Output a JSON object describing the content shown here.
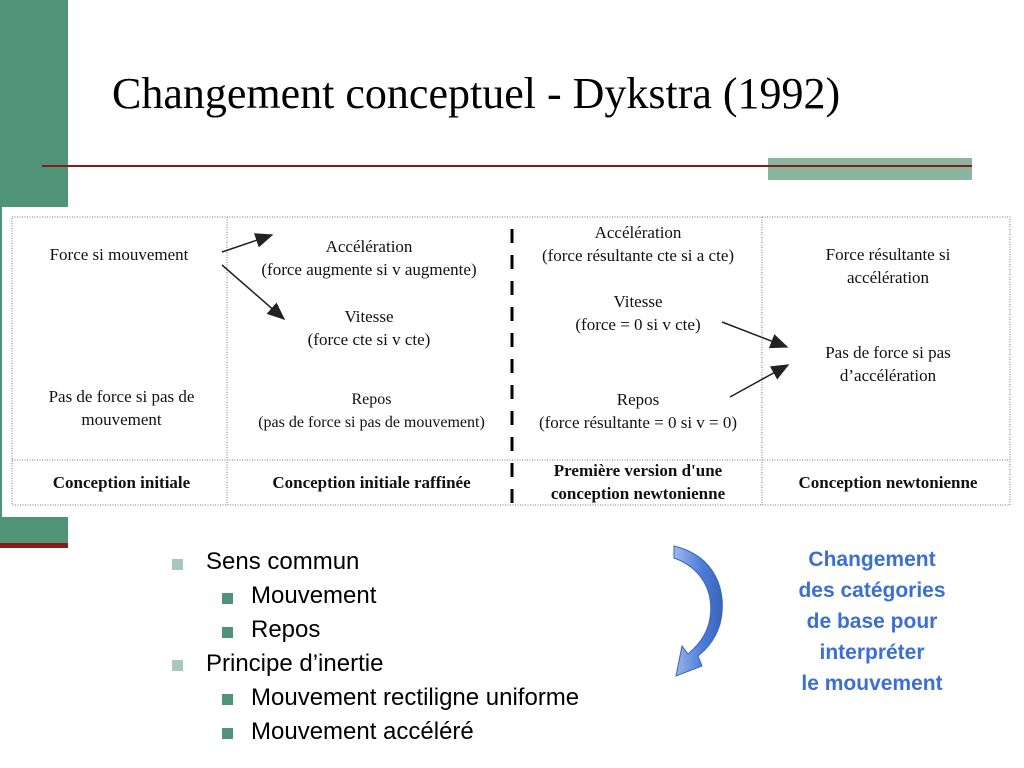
{
  "slide": {
    "title": "Changement conceptuel - Dykstra (1992)"
  },
  "colors": {
    "accent_green": "#4f9379",
    "accent_light_green": "#8ab59e",
    "accent_red": "#8b1a1a",
    "callout_blue": "#3b6fd1"
  },
  "diagram": {
    "col1": {
      "top": "Force si mouvement",
      "bottom": [
        "Pas de force si pas de",
        "mouvement"
      ],
      "footer": "Conception initiale"
    },
    "col2": {
      "accel": [
        "Accélération",
        "(force augmente si v augmente)"
      ],
      "vitesse": [
        "Vitesse",
        "(force cte si v cte)"
      ],
      "repos": [
        "Repos",
        "(pas de force si pas de mouvement)"
      ],
      "footer": "Conception initiale raffinée"
    },
    "col3": {
      "accel": [
        "Accélération",
        "(force résultante cte si a cte)"
      ],
      "vitesse": [
        "Vitesse",
        "(force = 0 si v cte)"
      ],
      "repos": [
        "Repos",
        "(force résultante = 0 si v = 0)"
      ],
      "footer": [
        "Première version d'une",
        "conception newtonienne"
      ]
    },
    "col4": {
      "top": [
        "Force résultante si",
        "accélération"
      ],
      "middle": [
        "Pas de force si pas",
        "d’accélération"
      ],
      "footer": "Conception newtonienne"
    }
  },
  "bullets": [
    {
      "level": 1,
      "text": "Sens commun"
    },
    {
      "level": 2,
      "text": "Mouvement"
    },
    {
      "level": 2,
      "text": "Repos"
    },
    {
      "level": 1,
      "text": "Principe d’inertie"
    },
    {
      "level": 2,
      "text": "Mouvement rectiligne uniforme"
    },
    {
      "level": 2,
      "text": "Mouvement accéléré"
    }
  ],
  "callout": {
    "lines": [
      "Changement",
      "des catégories",
      "de base pour",
      "interpréter",
      "le mouvement"
    ]
  },
  "icons": {
    "curved_arrow": "curved-down-left-arrow-icon"
  }
}
